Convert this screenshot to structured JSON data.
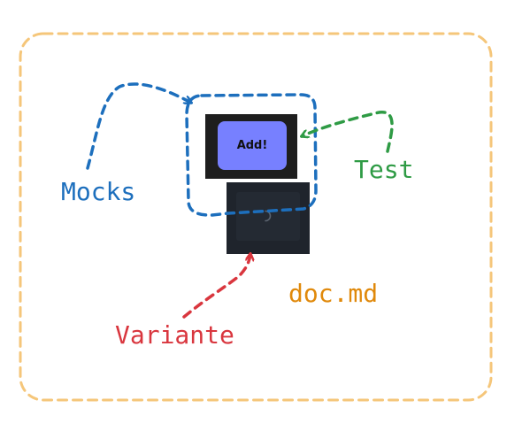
{
  "labels": {
    "mocks": "Mocks",
    "test": "Test",
    "doc": "doc.md",
    "variante": "Variante"
  },
  "preview": {
    "button_label": "Add!"
  },
  "colors": {
    "frame": "#f5c67a",
    "mocks": "#1d6fbd",
    "test": "#2f9b45",
    "doc": "#e0890b",
    "variante": "#d9363e",
    "button": "#7780ff"
  }
}
